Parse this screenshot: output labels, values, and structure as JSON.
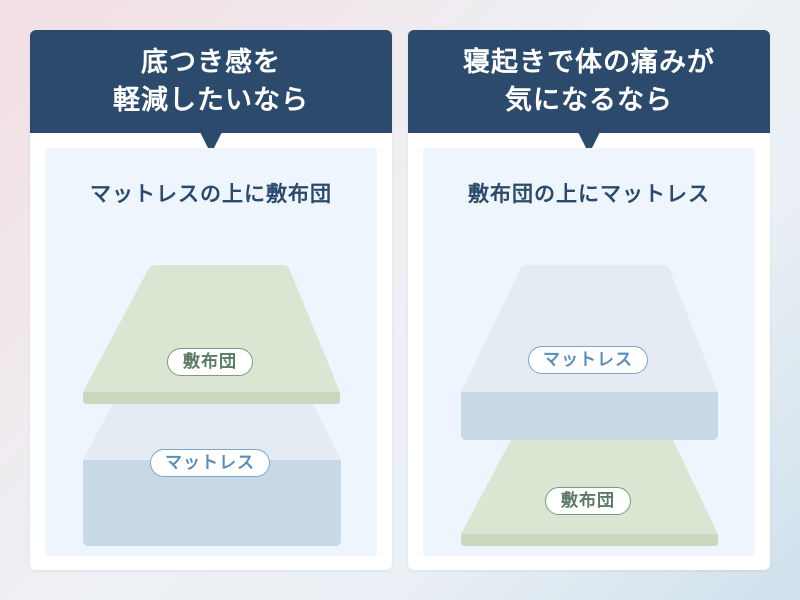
{
  "panels": [
    {
      "title_line1": "底つき感を",
      "title_line2": "軽減したいなら",
      "subtitle": "マットレスの上に敷布団",
      "top_layer": "敷布団",
      "bottom_layer": "マットレス"
    },
    {
      "title_line1": "寝起きで体の痛みが",
      "title_line2": "気になるなら",
      "subtitle": "敷布団の上にマットレス",
      "top_layer": "マットレス",
      "bottom_layer": "敷布団"
    }
  ],
  "colors": {
    "header": "#2c4b6c",
    "futon": "#dbe6d2",
    "futon_edge": "#c9d9be",
    "mattress_top": "#e4ebf2",
    "mattress_side": "#c7d9e7"
  }
}
